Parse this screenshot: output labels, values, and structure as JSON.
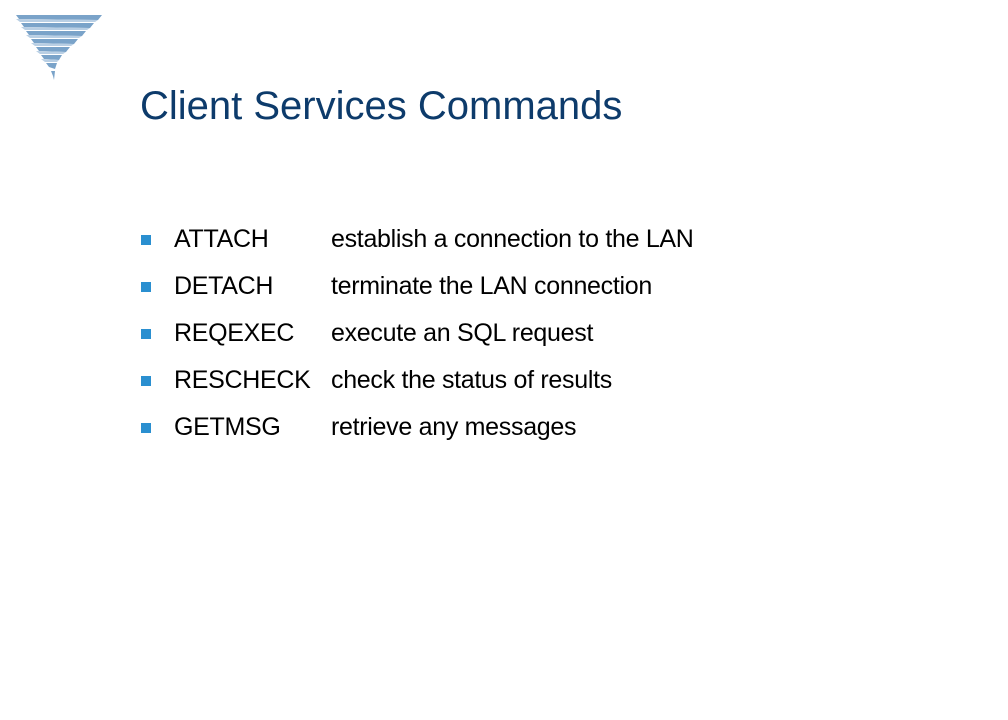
{
  "slide": {
    "title": "Client Services Commands",
    "bullet_color": "#2a8fd0",
    "title_color": "#0d3b6b",
    "logo_icon": "striped-triangle-logo",
    "commands": [
      {
        "name": "ATTACH",
        "description": "establish a connection to the LAN"
      },
      {
        "name": "DETACH",
        "description": "terminate the LAN connection"
      },
      {
        "name": "REQEXEC",
        "description": "execute an SQL request"
      },
      {
        "name": "RESCHECK",
        "description": "check the status of results"
      },
      {
        "name": "GETMSG",
        "description": "retrieve any messages"
      }
    ]
  }
}
